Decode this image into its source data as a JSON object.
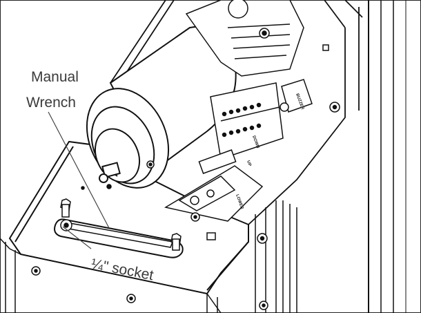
{
  "callouts": {
    "manual_wrench_line1": "Manual",
    "manual_wrench_line2": "Wrench",
    "socket": "¼\" socket"
  },
  "terminal_labels": {
    "buzzer": "BUZZER",
    "down": "DOWN",
    "up": "UP",
    "lower": "LOWER"
  }
}
